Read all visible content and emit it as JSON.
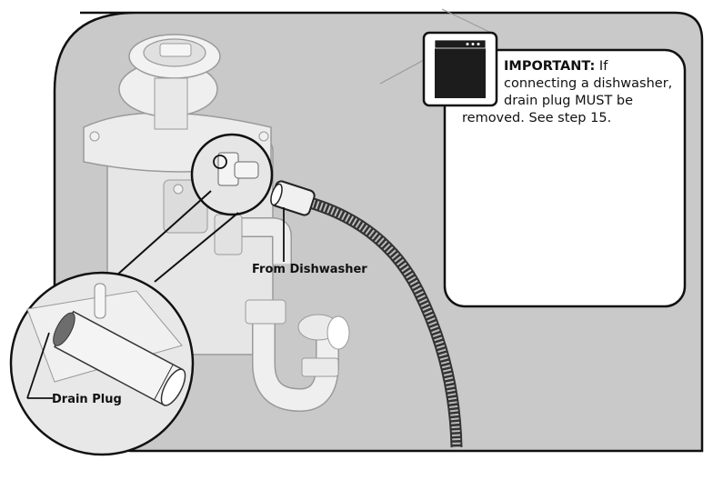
{
  "labels": {
    "from_dishwasher": "From Dishwasher",
    "drain_plug": "Drain Plug"
  },
  "note": {
    "heading": "IMPORTANT:",
    "line1_rest": " If",
    "line2": "connecting a dishwasher,",
    "line3": "drain plug MUST be",
    "line4": "removed. See step 15."
  },
  "icons": {
    "dishwasher": "dishwasher-icon"
  },
  "colors": {
    "panel_gray": "#c9c9c9",
    "outline": "#111111",
    "appliance_light": "#e7e7e7"
  }
}
